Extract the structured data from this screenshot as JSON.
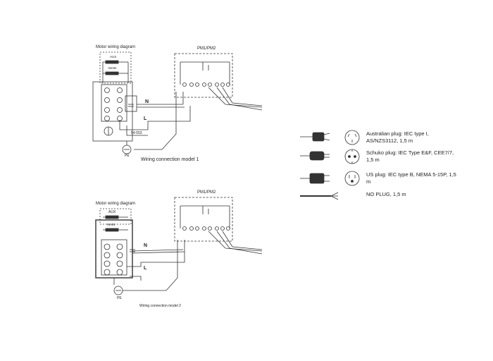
{
  "diagram1": {
    "motor_title": "Motor wiring diagram",
    "aux_label": "AUX",
    "main_label": "MAIN",
    "box_title": "PM1/PM2",
    "caption": "Wiring connection model 1",
    "n_label": "N",
    "l_label": "L",
    "range_label": "54-553",
    "pe_label": "PE"
  },
  "diagram2": {
    "motor_title": "Motor wiring diagram",
    "aux_label": "AUX",
    "main_label": "MAIN",
    "box_title": "PM1/PM2",
    "caption": "Wiring connection model 2",
    "n_label": "N",
    "l_label": "L",
    "pe_label": "PE"
  },
  "legend": [
    {
      "icon": "australian-plug-icon",
      "text": "Australian plug: IEC type I, AS/NZS3112, 1,5 m"
    },
    {
      "icon": "schuko-plug-icon",
      "text": "Schuko plug: IEC Type E&F, CEE7/7, 1,5 m"
    },
    {
      "icon": "us-plug-icon",
      "text": "US plug: IEC type B, NEMA 5-15P, 1,5 m"
    },
    {
      "icon": "no-plug-icon",
      "text": "NO PLUG, 1,5 m"
    }
  ]
}
